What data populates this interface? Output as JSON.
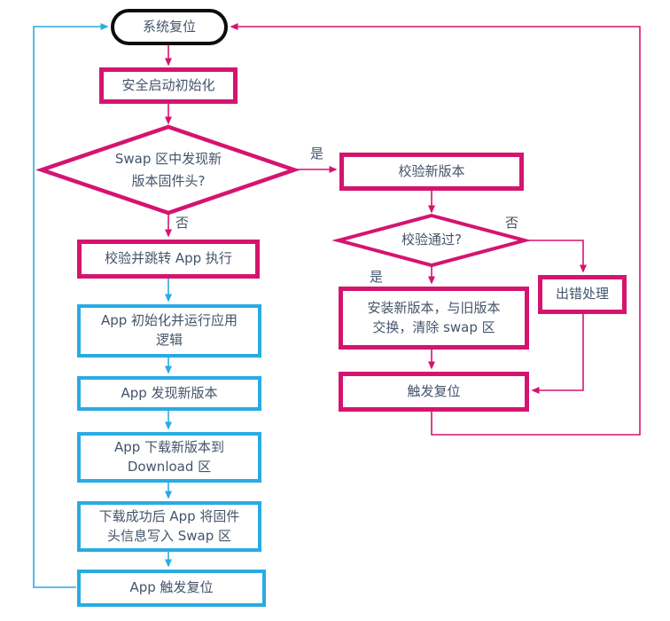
{
  "colors": {
    "pink": "#D5146F",
    "blue": "#29ABE2",
    "black": "#0D0D0D",
    "text": "#44546A",
    "background": "#FFFFFF"
  },
  "nodes": {
    "system_reset": {
      "label": "系统复位",
      "shape": "stadium",
      "color": "black"
    },
    "secure_boot_init": {
      "label": "安全启动初始化",
      "shape": "rect",
      "color": "pink"
    },
    "swap_header_decision": {
      "label": "Swap 区中发现新\n版本固件头?",
      "shape": "diamond",
      "color": "pink"
    },
    "verify_jump_app": {
      "label": "校验并跳转 App 执行",
      "shape": "rect",
      "color": "pink"
    },
    "app_init": {
      "label": "App 初始化并运行应用\n逻辑",
      "shape": "rect",
      "color": "blue"
    },
    "app_found_new": {
      "label": "App 发现新版本",
      "shape": "rect",
      "color": "blue"
    },
    "app_download": {
      "label": "App 下载新版本到\nDownload 区",
      "shape": "rect",
      "color": "blue"
    },
    "write_header": {
      "label": "下载成功后 App 将固件\n头信息写入 Swap 区",
      "shape": "rect",
      "color": "blue"
    },
    "app_trigger_reset": {
      "label": "App 触发复位",
      "shape": "rect",
      "color": "blue"
    },
    "verify_new_version": {
      "label": "校验新版本",
      "shape": "rect",
      "color": "pink"
    },
    "verify_pass_decision": {
      "label": "校验通过?",
      "shape": "diamond",
      "color": "pink"
    },
    "install_new_version": {
      "label": "安装新版本，与旧版本\n交换，清除 swap 区",
      "shape": "rect",
      "color": "pink"
    },
    "error_handling": {
      "label": "出错处理",
      "shape": "rect",
      "color": "pink"
    },
    "trigger_reset": {
      "label": "触发复位",
      "shape": "rect",
      "color": "pink"
    }
  },
  "edge_labels": {
    "swap_yes": "是",
    "swap_no": "否",
    "verify_no": "否",
    "verify_yes": "是"
  }
}
